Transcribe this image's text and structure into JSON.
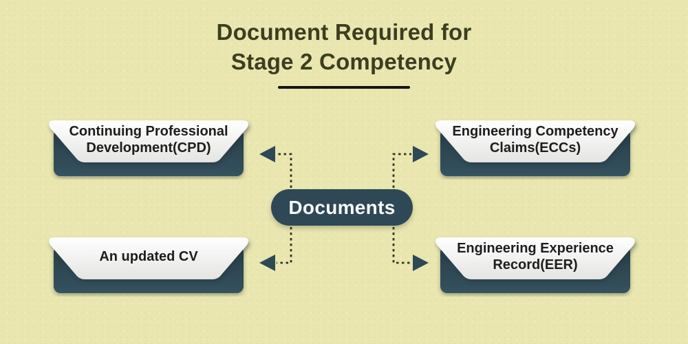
{
  "title": {
    "line1": "Document Required for",
    "line2": "Stage 2 Competency"
  },
  "center_node": {
    "label": "Documents"
  },
  "nodes": [
    {
      "id": "cpd",
      "position": "top-left",
      "label": "Continuing Professional Development(CPD)"
    },
    {
      "id": "eccs",
      "position": "top-right",
      "label": "Engineering Competency Claims(ECCs)"
    },
    {
      "id": "cv",
      "position": "bottom-left",
      "label": "An updated CV"
    },
    {
      "id": "eer",
      "position": "bottom-right",
      "label": "Engineering Experience Record(EER)"
    }
  ],
  "colors": {
    "background": "#e9e6af",
    "dark_teal": "#304b57",
    "pill": "#2e4955",
    "title_text": "#3b3e20",
    "node_text": "#1d1d1d",
    "connector_dots": "#34342b",
    "card_face": "#ffffff"
  }
}
